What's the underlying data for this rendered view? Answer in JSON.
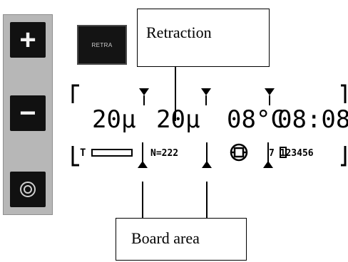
{
  "controls": {
    "plus_label": "+",
    "minus_label": "−"
  },
  "logo": {
    "text": "RETRA"
  },
  "callouts": {
    "top": "Retraction",
    "bottom": "Board area"
  },
  "display": {
    "retraction_left": "20µ",
    "retraction_right": "20µ",
    "temperature": "08°C",
    "time": "08:08",
    "t_label": "T",
    "count": "N=222",
    "sequence": "7 123456"
  }
}
